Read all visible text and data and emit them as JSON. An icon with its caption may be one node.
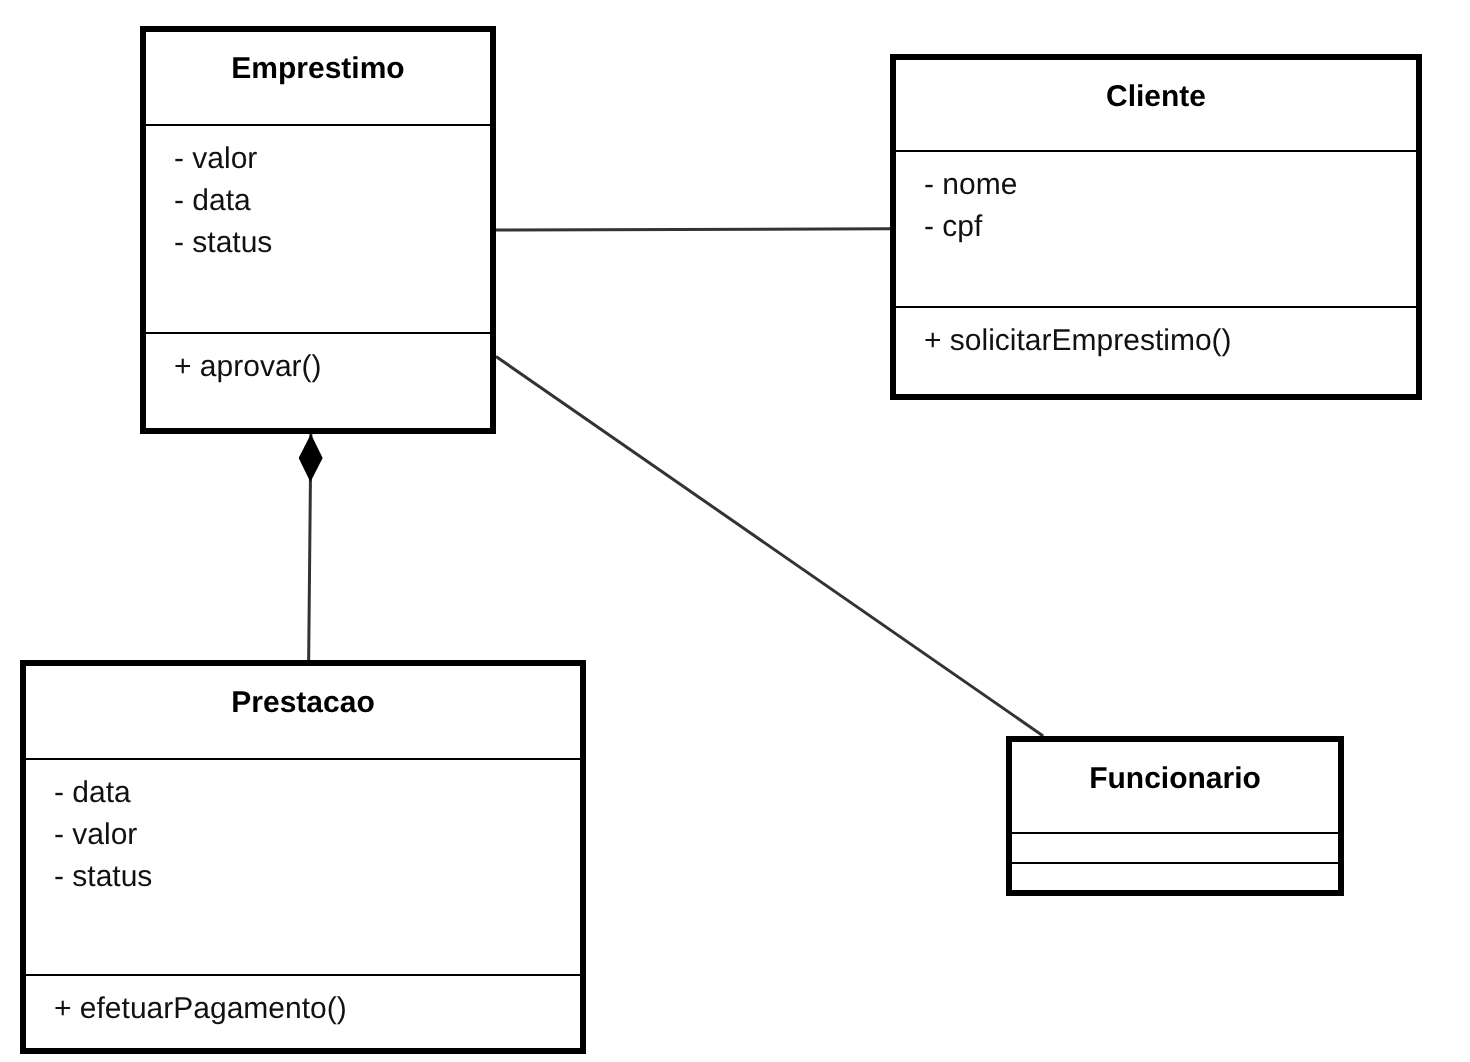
{
  "diagram": {
    "nodes": [
      {
        "text": [
          "Emprestimo"
        ]
      },
      {
        "text": [
          "- valor",
          "- data",
          "- status"
        ],
        "in": 0
      },
      {
        "text": [
          "+ aprovar()"
        ],
        "in": 0
      },
      {
        "text": [
          "Cliente"
        ]
      },
      {
        "text": [
          "- nome",
          "- cpf"
        ],
        "in": 3
      },
      {
        "text": [
          "+ solicitarEmprestimo()"
        ],
        "in": 3
      },
      {
        "text": [
          "Prestacao"
        ]
      },
      {
        "text": [
          "- data",
          "- valor",
          "- status"
        ],
        "in": 6
      },
      {
        "text": [
          "+ efetuarPagamento()"
        ],
        "in": 6
      },
      {
        "text": [
          "Funcionario"
        ]
      },
      {
        "text": [],
        "shape": "box",
        "in": 9
      },
      {
        "text": [],
        "shape": "box",
        "in": 9
      }
    ],
    "edges": [
      {
        "from": 0,
        "to": 3,
        "arrow": "none"
      },
      {
        "from": 0,
        "to": 9,
        "arrow": "none"
      },
      {
        "from": 6,
        "to": 0,
        "arrow": "other"
      }
    ]
  }
}
